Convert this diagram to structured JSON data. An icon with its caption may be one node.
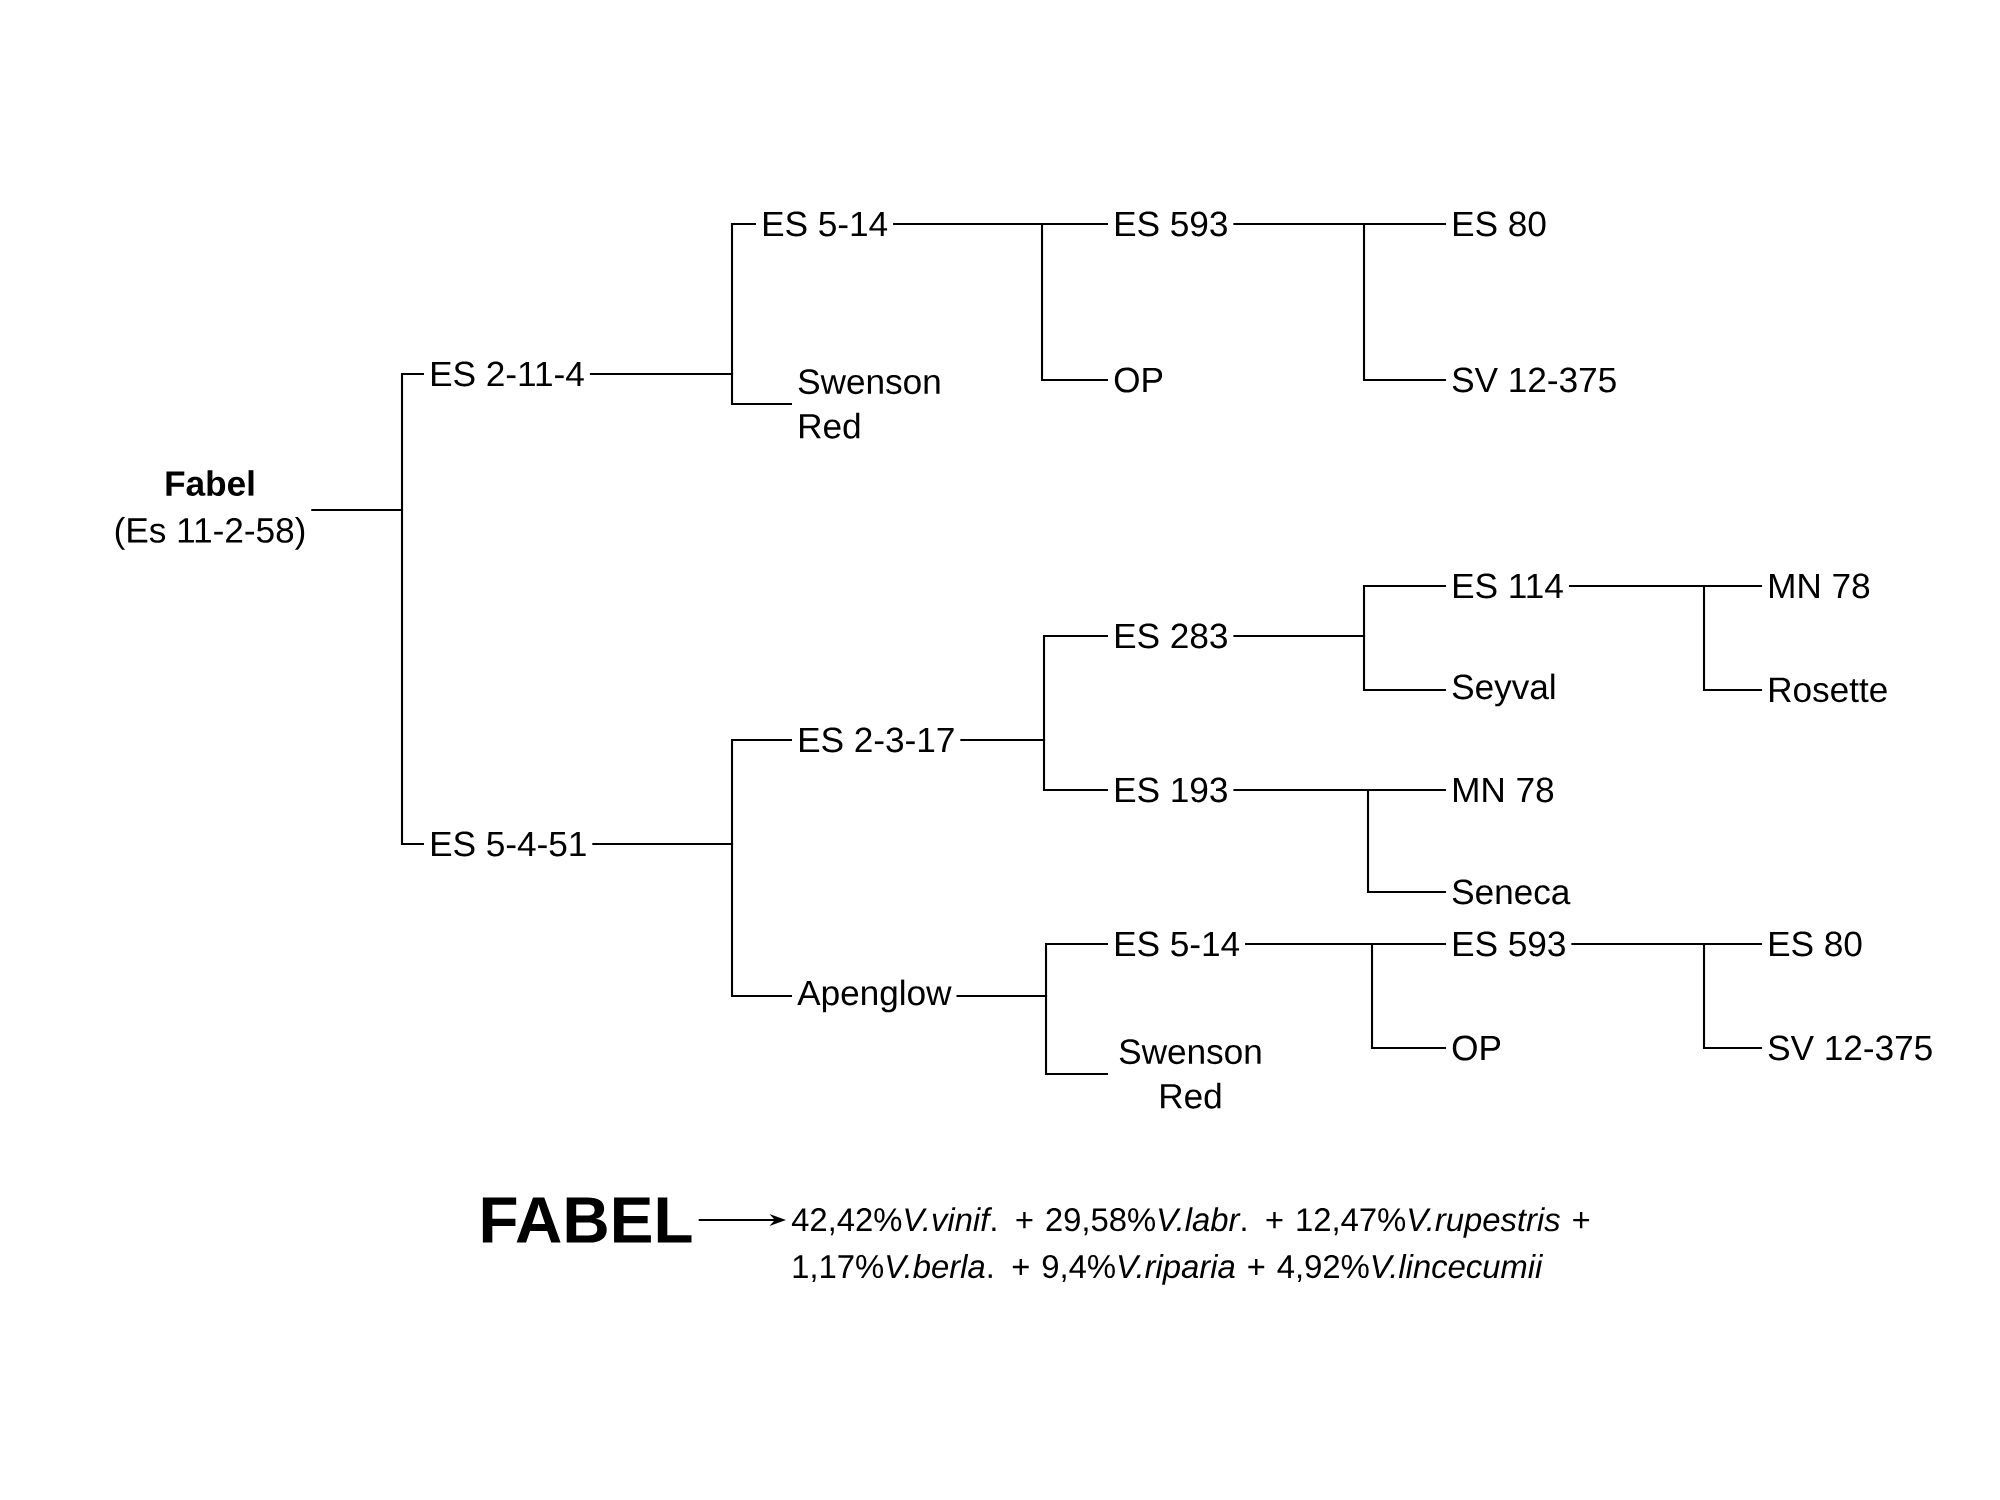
{
  "diagram": {
    "nodes": [
      {
        "text": [
          "Fabel",
          "(Es 11-2-58)"
        ]
      },
      {
        "text": [
          "ES 2-11-4"
        ]
      },
      {
        "text": [
          "ES 5-14"
        ]
      },
      {
        "text": [
          "Swenson Red"
        ]
      },
      {
        "text": [
          "ES 593"
        ]
      },
      {
        "text": [
          "OP"
        ]
      },
      {
        "text": [
          "ES 80"
        ]
      },
      {
        "text": [
          "SV 12-375"
        ]
      },
      {
        "text": [
          "ES 5-4-51"
        ]
      },
      {
        "text": [
          "ES 2-3-17"
        ]
      },
      {
        "text": [
          "ES 283"
        ]
      },
      {
        "text": [
          "ES 114"
        ]
      },
      {
        "text": [
          "Seyval"
        ]
      },
      {
        "text": [
          "MN 78"
        ]
      },
      {
        "text": [
          "Rosette"
        ]
      },
      {
        "text": [
          "ES 193"
        ]
      },
      {
        "text": [
          "MN 78"
        ]
      },
      {
        "text": [
          "Seneca"
        ]
      },
      {
        "text": [
          "Apenglow"
        ]
      },
      {
        "text": [
          "ES 5-14"
        ]
      },
      {
        "text": [
          "Swenson Red"
        ]
      },
      {
        "text": [
          "ES 593"
        ]
      },
      {
        "text": [
          "OP"
        ]
      },
      {
        "text": [
          "ES 80"
        ]
      },
      {
        "text": [
          "SV 12-375"
        ]
      },
      {
        "text": [
          "FABEL"
        ]
      },
      {
        "text": [
          "42,42%*V.vinif*. + 29,58%*V.labr*. + 12,47%*V.rupestris* + 1,17%*V.berla*. + 9,4%*V.riparia* + 4,92%*V.lincecumii*"
        ]
      }
    ],
    "edges": [
      {
        "from": 0,
        "to": 1,
        "arrow": "none"
      },
      {
        "from": 0,
        "to": 8,
        "arrow": "none"
      },
      {
        "from": 1,
        "to": 2,
        "arrow": "none"
      },
      {
        "from": 1,
        "to": 3,
        "arrow": "none"
      },
      {
        "from": 2,
        "to": 4,
        "arrow": "none"
      },
      {
        "from": 2,
        "to": 5,
        "arrow": "none"
      },
      {
        "from": 4,
        "to": 6,
        "arrow": "none"
      },
      {
        "from": 4,
        "to": 7,
        "arrow": "none"
      },
      {
        "from": 8,
        "to": 9,
        "arrow": "none"
      },
      {
        "from": 8,
        "to": 18,
        "arrow": "none"
      },
      {
        "from": 9,
        "to": 10,
        "arrow": "none"
      },
      {
        "from": 9,
        "to": 15,
        "arrow": "none"
      },
      {
        "from": 10,
        "to": 11,
        "arrow": "none"
      },
      {
        "from": 10,
        "to": 12,
        "arrow": "none"
      },
      {
        "from": 11,
        "to": 13,
        "arrow": "none"
      },
      {
        "from": 11,
        "to": 14,
        "arrow": "none"
      },
      {
        "from": 15,
        "to": 16,
        "arrow": "none"
      },
      {
        "from": 15,
        "to": 17,
        "arrow": "none"
      },
      {
        "from": 18,
        "to": 19,
        "arrow": "none"
      },
      {
        "from": 18,
        "to": 20,
        "arrow": "none"
      },
      {
        "from": 19,
        "to": 21,
        "arrow": "none"
      },
      {
        "from": 19,
        "to": 22,
        "arrow": "none"
      },
      {
        "from": 21,
        "to": 23,
        "arrow": "none"
      },
      {
        "from": 21,
        "to": 24,
        "arrow": "none"
      },
      {
        "from": 25,
        "to": 26,
        "arrow": "to"
      }
    ]
  }
}
